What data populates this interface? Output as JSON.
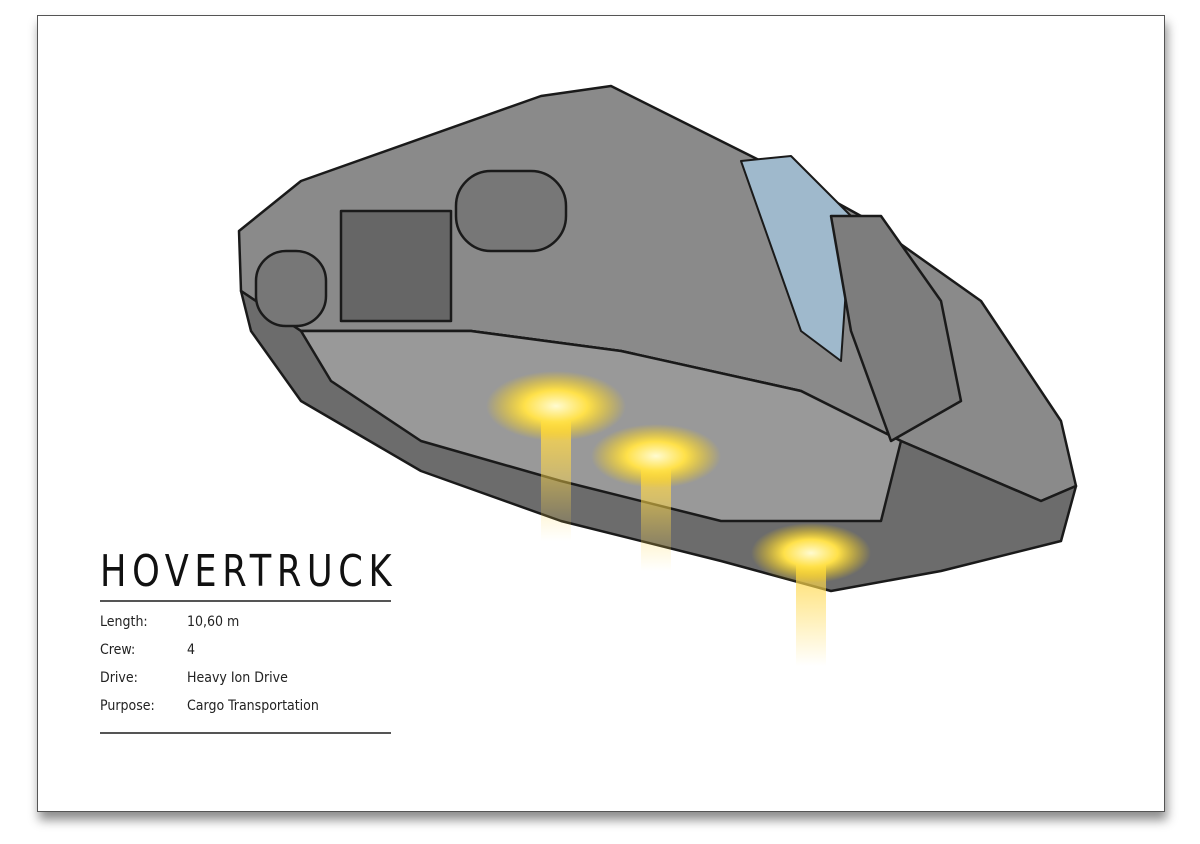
{
  "title": "HOVERTRUCK",
  "specs": [
    {
      "label": "Length:",
      "value": "10,60 m"
    },
    {
      "label": "Crew:",
      "value": "4"
    },
    {
      "label": "Drive:",
      "value": "Heavy Ion Drive"
    },
    {
      "label": "Purpose:",
      "value": "Cargo Transportation"
    }
  ],
  "colors": {
    "hull": "#7a7a7a",
    "glow": "#ffe14a",
    "window": "#9fb9cc"
  }
}
